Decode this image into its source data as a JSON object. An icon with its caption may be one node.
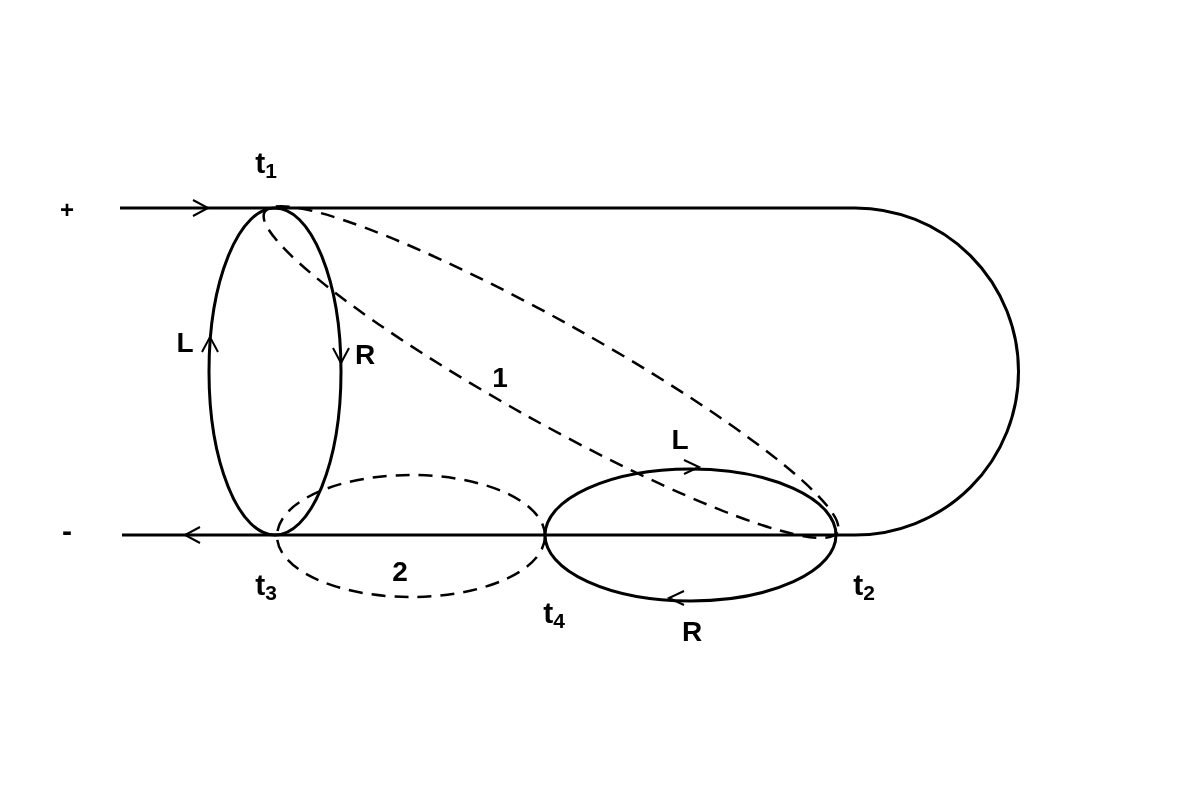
{
  "diagram": {
    "labels": [
      "t$_{1}$",
      "+",
      "L",
      "R",
      "1",
      "L",
      "-",
      "2",
      "t$_{3}$",
      "t$_{2}$",
      "t$_{4}$",
      "R"
    ]
  }
}
